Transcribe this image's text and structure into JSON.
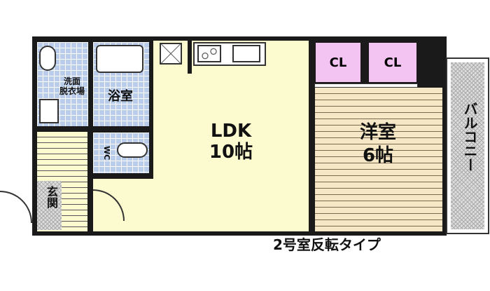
{
  "rooms": {
    "washroom": "洗面\n脱衣場",
    "bath": "浴室",
    "wc": "WC",
    "ldk": "LDK",
    "ldk_size": "10帖",
    "western": "洋室",
    "western_size": "6帖",
    "closet1": "CL",
    "closet2": "CL",
    "entrance": "玄関",
    "balcony": "バルコニー"
  },
  "caption": "2号室反転タイプ"
}
